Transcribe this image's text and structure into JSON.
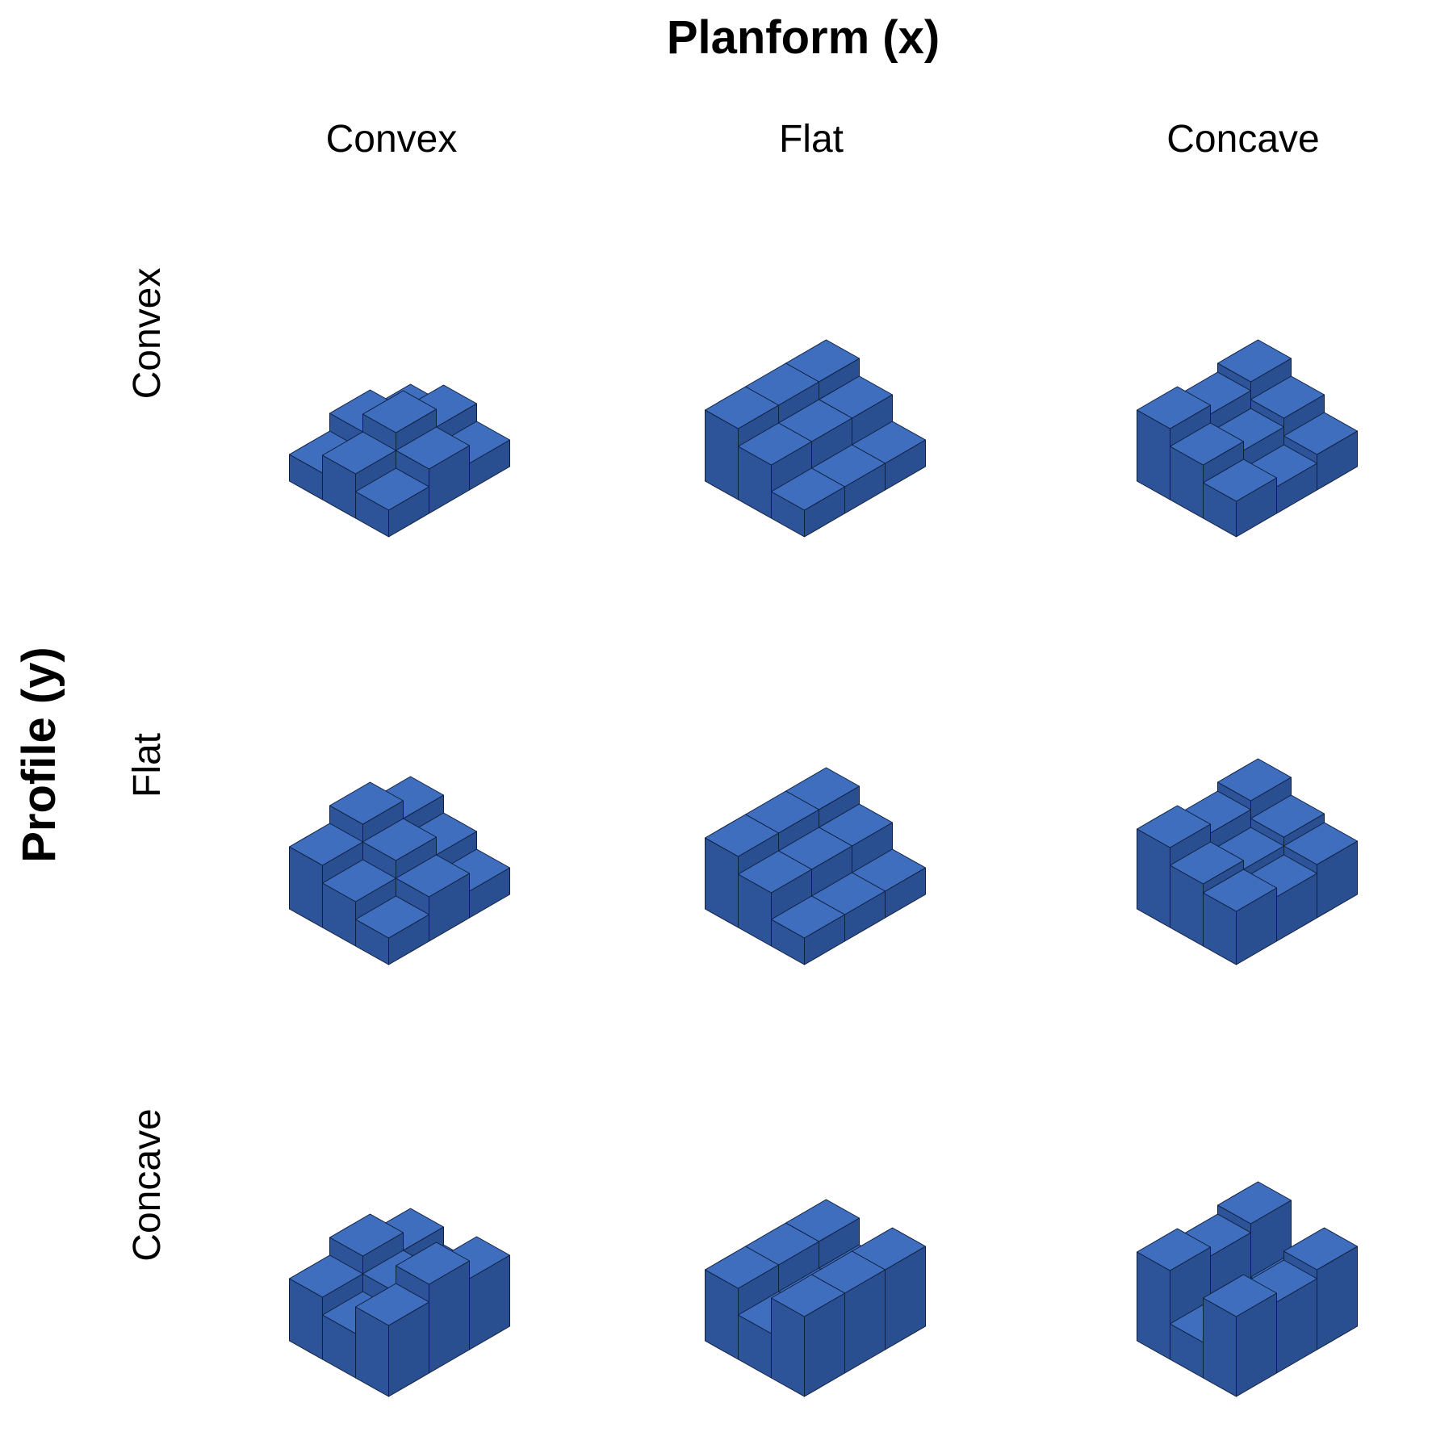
{
  "figure": {
    "x_title": "Planform (x)",
    "y_title": "Profile (y)",
    "columns": [
      "Convex",
      "Flat",
      "Concave"
    ],
    "rows": [
      "Convex",
      "Flat",
      "Concave"
    ],
    "colors": {
      "top": "#3e6ebd",
      "left": "#2a4f90",
      "right": "#2d5498",
      "edge": "#102040"
    }
  },
  "panels": [
    {
      "row": "Convex",
      "column": "Convex",
      "heights": [
        [
          1,
          3,
          1
        ],
        [
          3,
          5,
          3
        ],
        [
          1,
          3,
          1
        ]
      ]
    },
    {
      "row": "Convex",
      "column": "Flat",
      "heights": [
        [
          1,
          1,
          1
        ],
        [
          4,
          4,
          4
        ],
        [
          6,
          6,
          6
        ]
      ]
    },
    {
      "row": "Convex",
      "column": "Concave",
      "heights": [
        [
          2,
          1,
          2
        ],
        [
          4,
          3,
          4
        ],
        [
          6,
          5,
          6
        ]
      ]
    },
    {
      "row": "Flat",
      "column": "Convex",
      "heights": [
        [
          1,
          3,
          1
        ],
        [
          3,
          5,
          3
        ],
        [
          5,
          7,
          5
        ]
      ]
    },
    {
      "row": "Flat",
      "column": "Flat",
      "heights": [
        [
          1,
          1,
          1
        ],
        [
          4,
          4,
          4
        ],
        [
          6,
          6,
          6
        ]
      ]
    },
    {
      "row": "Flat",
      "column": "Concave",
      "heights": [
        [
          4,
          3,
          4
        ],
        [
          5,
          4,
          5
        ],
        [
          7,
          6,
          7
        ]
      ]
    },
    {
      "row": "Concave",
      "column": "Convex",
      "heights": [
        [
          6,
          8,
          6
        ],
        [
          3,
          5,
          3
        ],
        [
          5,
          7,
          5
        ]
      ]
    },
    {
      "row": "Concave",
      "column": "Flat",
      "heights": [
        [
          7,
          7,
          7
        ],
        [
          3,
          3,
          3
        ],
        [
          6,
          6,
          6
        ]
      ]
    },
    {
      "row": "Concave",
      "column": "Concave",
      "heights": [
        [
          7,
          6,
          7
        ],
        [
          2,
          1,
          2
        ],
        [
          8,
          7,
          8
        ]
      ]
    }
  ]
}
